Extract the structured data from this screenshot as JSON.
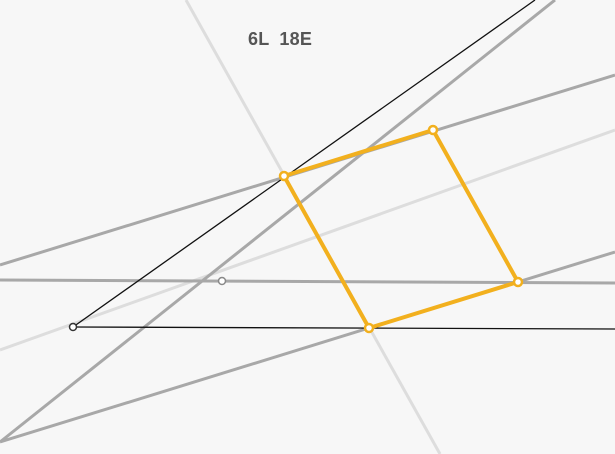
{
  "hud": {
    "line_count": "6L",
    "edge_count": "18E"
  },
  "colors": {
    "background": "#f7f7f7",
    "construction_line": "#a8a8a8",
    "faint_line": "#dddddd",
    "base_line": "#111111",
    "highlight": "#f2b01e",
    "free_point": "#333333"
  },
  "icons": {
    "free_point": "hollow-circle",
    "vertex": "hollow-circle"
  }
}
